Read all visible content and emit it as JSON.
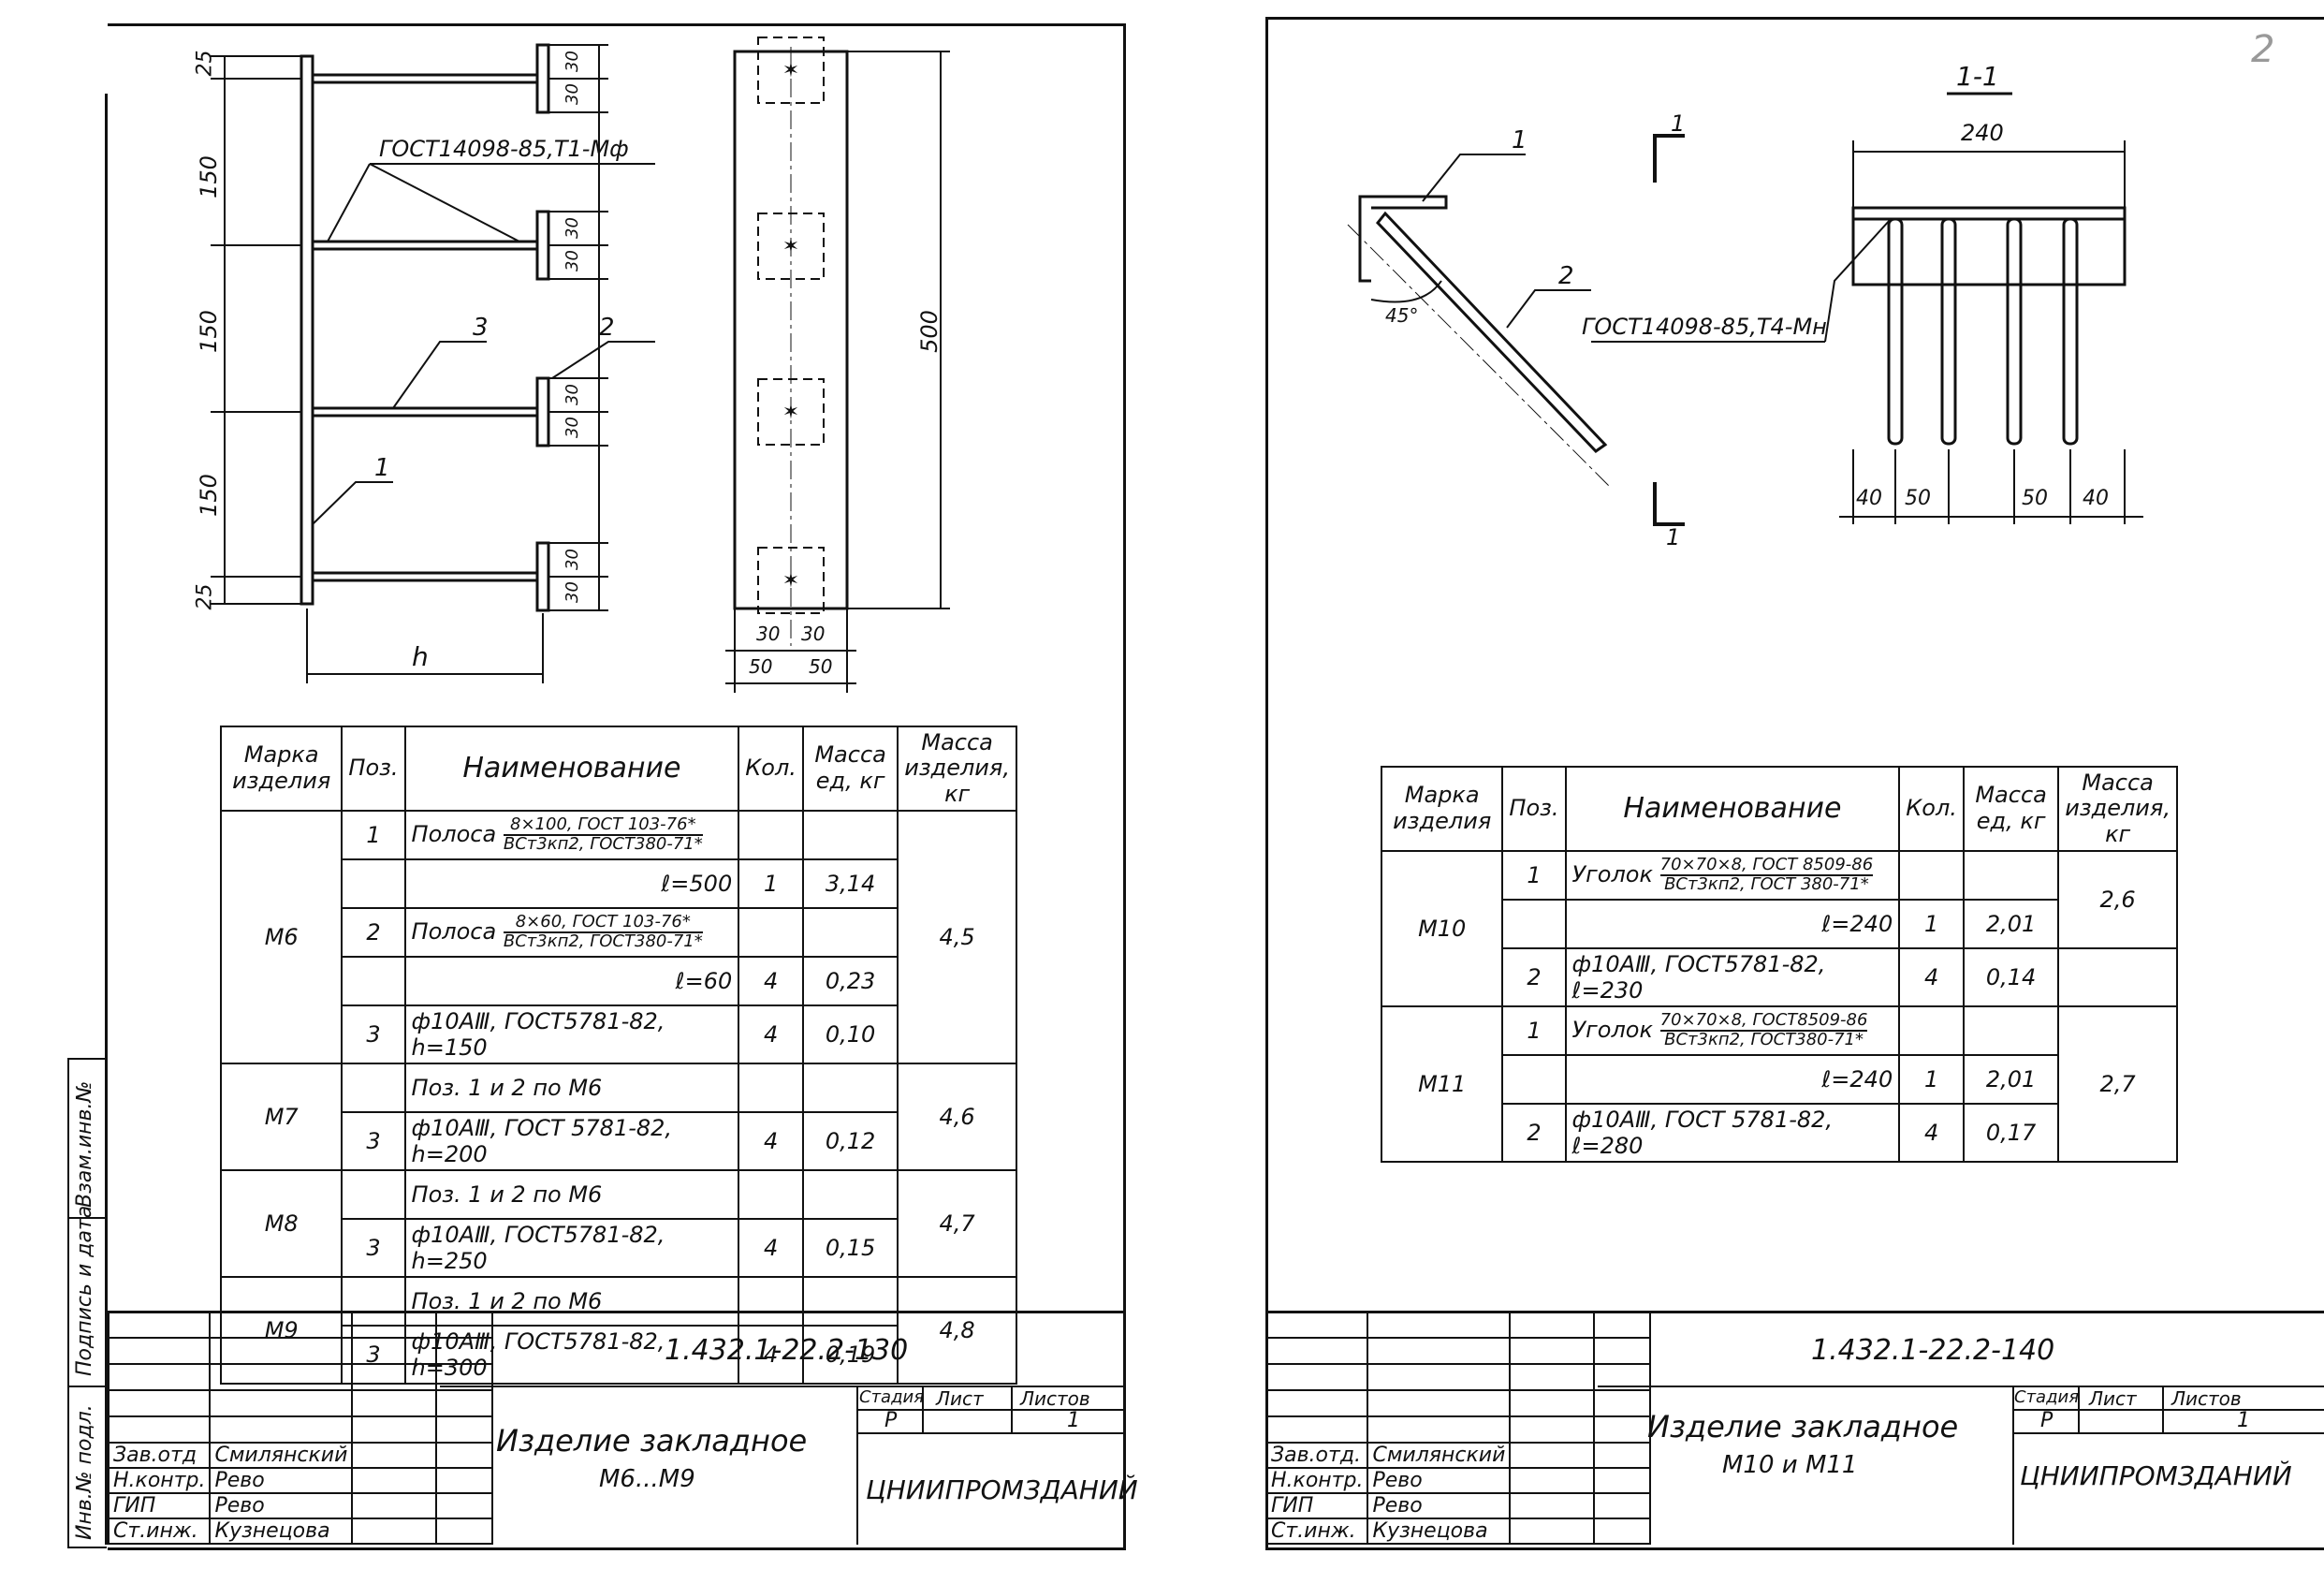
{
  "left_sheet": {
    "drawing": {
      "dims_vertical": [
        "25",
        "150",
        "150",
        "150",
        "25"
      ],
      "dims_plate": [
        "30",
        "30",
        "30",
        "30",
        "30",
        "30",
        "30",
        "30"
      ],
      "weld_note": "ГОСТ14098-85,Т1-Мф",
      "pos_labels": [
        "3",
        "2",
        "1"
      ],
      "h_label": "h",
      "length_dim": "500",
      "bottom_dims_top": [
        "30",
        "30"
      ],
      "bottom_dims_bottom": [
        "50",
        "50"
      ]
    },
    "spec": {
      "headers": {
        "mark": "Марка изделия",
        "pos": "Поз.",
        "name": "Наименование",
        "qty": "Кол.",
        "mass_unit": "Масса ед, кг",
        "mass_item": "Масса изделия, кг"
      },
      "rows": {
        "m6_mark": "М6",
        "m6_mass": "4,5",
        "r1_pos": "1",
        "r1_name_pre": "Полоса",
        "r1_name_num": "8×100, ГОСТ 103-76*",
        "r1_name_den": "ВСт3кп2, ГОСТ380-71*",
        "r1b_name": "ℓ=500",
        "r1b_qty": "1",
        "r1b_mass": "3,14",
        "r2_pos": "2",
        "r2_name_pre": "Полоса",
        "r2_name_num": "8×60, ГОСТ 103-76*",
        "r2_name_den": "ВСт3кп2, ГОСТ380-71*",
        "r2b_name": "ℓ=60",
        "r2b_qty": "4",
        "r2b_mass": "0,23",
        "r3_pos": "3",
        "r3_name": "ф10АⅢ, ГОСТ5781-82, h=150",
        "r3_qty": "4",
        "r3_mass": "0,10",
        "m7_mark": "М7",
        "m7_mass": "4,6",
        "m7a_name": "Поз. 1 и 2 по М6",
        "m7b_pos": "3",
        "m7b_name": "ф10АⅢ, ГОСТ 5781-82, h=200",
        "m7b_qty": "4",
        "m7b_mass": "0,12",
        "m8_mark": "М8",
        "m8_mass": "4,7",
        "m8a_name": "Поз. 1 и 2 по М6",
        "m8b_pos": "3",
        "m8b_name": "ф10АⅢ, ГОСТ5781-82, h=250",
        "m8b_qty": "4",
        "m8b_mass": "0,15",
        "m9_mark": "М9",
        "m9_mass": "4,8",
        "m9a_name": "Поз. 1 и 2 по М6",
        "m9b_pos": "3",
        "m9b_name": "ф10АⅢ, ГОСТ5781-82, h=300",
        "m9b_qty": "4",
        "m9b_mass": "0,19"
      }
    },
    "title_block": {
      "code": "1.432.1-22.2-130",
      "title_line1": "Изделие закладное",
      "title_line2": "М6...М9",
      "stage_label": "Стадия",
      "sheet_label": "Лист",
      "sheets_label": "Листов",
      "stage": "Р",
      "sheets": "1",
      "org": "ЦНИИПРОМЗДАНИЙ",
      "roles": [
        "Зав.отд",
        "Н.контр.",
        "ГИП",
        "Ст.инж."
      ],
      "names": [
        "Смилянский",
        "Рево",
        "Рево",
        "Кузнецова"
      ]
    },
    "side_strip": [
      "Инв.№ подл.",
      "Подпись и дата",
      "Взам.инв.№"
    ]
  },
  "right_sheet": {
    "drawing": {
      "section_label": "1-1",
      "pos1": "1",
      "pos2": "2",
      "angle": "45°",
      "cut_top": "1",
      "cut_bottom": "1",
      "weld_note": "ГОСТ14098-85,Т4-Мн",
      "width_dim": "240",
      "bottom_dims": [
        "40",
        "50",
        "50",
        "40"
      ],
      "corner_mark": "2"
    },
    "spec": {
      "headers": {
        "mark": "Марка изделия",
        "pos": "Поз.",
        "name": "Наименование",
        "qty": "Кол.",
        "mass_unit": "Масса ед, кг",
        "mass_item": "Масса изделия, кг"
      },
      "rows": {
        "m10_mark": "М10",
        "m10_mass": "2,6",
        "a1_pos": "1",
        "a1_name_pre": "Уголок",
        "a1_name_num": "70×70×8, ГОСТ 8509-86",
        "a1_name_den": "ВСт3кп2, ГОСТ 380-71*",
        "a1b_name": "ℓ=240",
        "a1b_qty": "1",
        "a1b_mass": "2,01",
        "a2_pos": "2",
        "a2_name": "ф10АⅢ, ГОСТ5781-82, ℓ=230",
        "a2_qty": "4",
        "a2_mass": "0,14",
        "m11_mark": "М11",
        "m11_mass": "2,7",
        "b1_pos": "1",
        "b1_name_pre": "Уголок",
        "b1_name_num": "70×70×8, ГОСТ8509-86",
        "b1_name_den": "ВСт3кп2, ГОСТ380-71*",
        "b1b_name": "ℓ=240",
        "b1b_qty": "1",
        "b1b_mass": "2,01",
        "b2_pos": "2",
        "b2_name": "ф10АⅢ, ГОСТ 5781-82, ℓ=280",
        "b2_qty": "4",
        "b2_mass": "0,17"
      }
    },
    "title_block": {
      "code": "1.432.1-22.2-140",
      "title_line1": "Изделие закладное",
      "title_line2": "М10 и М11",
      "stage_label": "Стадия",
      "sheet_label": "Лист",
      "sheets_label": "Листов",
      "stage": "Р",
      "sheets": "1",
      "org": "ЦНИИПРОМЗДАНИЙ",
      "roles": [
        "Зав.отд.",
        "Н.контр.",
        "ГИП",
        "Ст.инж."
      ],
      "names": [
        "Смилянский",
        "Рево",
        "Рево",
        "Кузнецова"
      ]
    }
  }
}
